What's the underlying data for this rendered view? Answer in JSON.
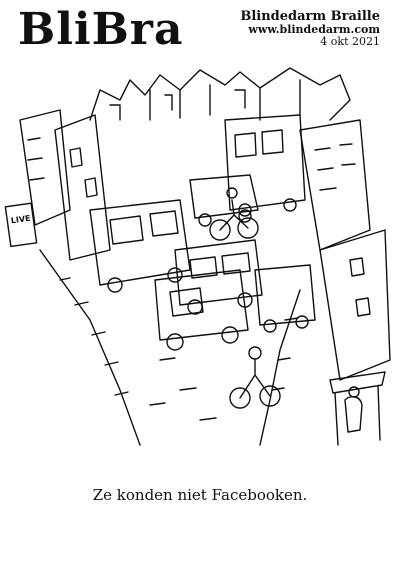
{
  "masthead": {
    "title": "BliBra",
    "subtitle": "Blindedarm Braille",
    "website": "www.blindedarm.com",
    "date": "4 okt 2021"
  },
  "cartoon": {
    "sign_text": "LIVE",
    "caption": "Ze konden niet Facebooken."
  },
  "colors": {
    "ink": "#111111",
    "paper": "#ffffff"
  }
}
